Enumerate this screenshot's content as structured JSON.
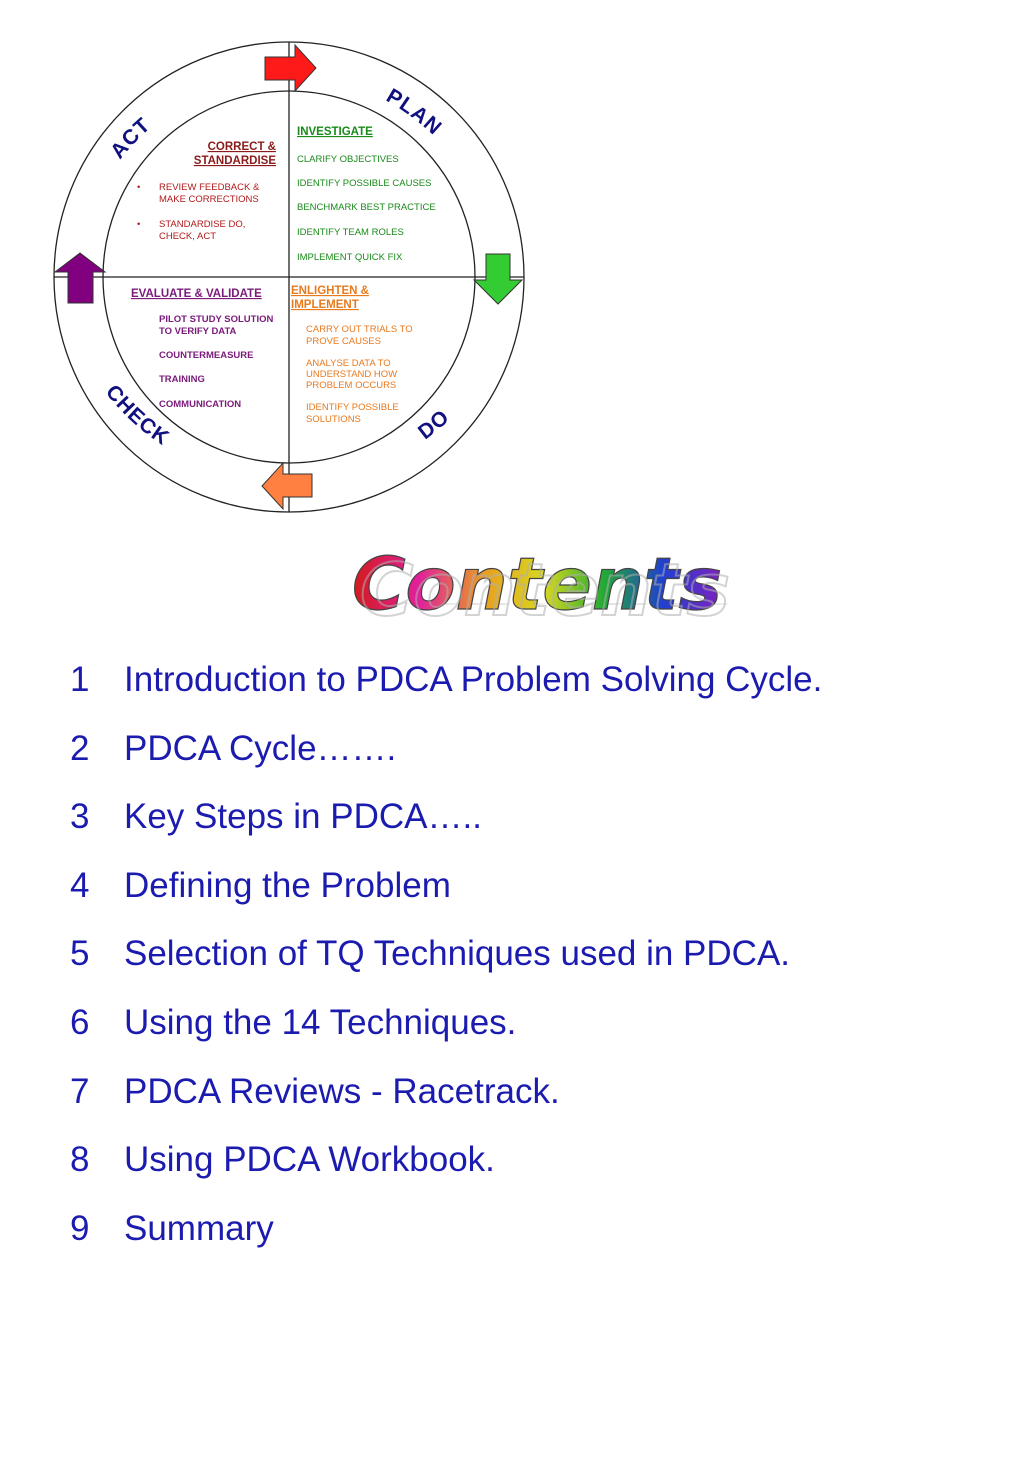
{
  "cycle": {
    "phases": {
      "plan": "PLAN",
      "do": "DO",
      "check": "CHECK",
      "act": "ACT"
    },
    "plan": {
      "heading": "INVESTIGATE",
      "items": [
        "CLARIFY OBJECTIVES",
        "IDENTIFY POSSIBLE CAUSES",
        "BENCHMARK BEST PRACTICE",
        "IDENTIFY TEAM ROLES",
        "IMPLEMENT QUICK FIX"
      ],
      "color": "#1a8a1a"
    },
    "do": {
      "heading_line1": "ENLIGHTEN &",
      "heading_line2": "IMPLEMENT",
      "items": [
        [
          "CARRY OUT TRIALS TO",
          "PROVE CAUSES"
        ],
        [
          "ANALYSE DATA TO",
          "UNDERSTAND HOW",
          "PROBLEM OCCURS"
        ],
        [
          "IDENTIFY POSSIBLE",
          "SOLUTIONS"
        ]
      ],
      "color": "#e87a1e"
    },
    "check": {
      "heading": "EVALUATE & VALIDATE",
      "items": [
        [
          "PILOT STUDY SOLUTION",
          "TO VERIFY DATA"
        ],
        [
          "COUNTERMEASURE"
        ],
        [
          "TRAINING"
        ],
        [
          "COMMUNICATION"
        ]
      ],
      "color": "#7a1a7a"
    },
    "act": {
      "heading_line1": "CORRECT &",
      "heading_line2": "STANDARDISE",
      "items": [
        [
          "REVIEW FEEDBACK &",
          "MAKE CORRECTIONS"
        ],
        [
          "STANDARDISE DO,",
          "CHECK, ACT"
        ]
      ],
      "heading_color": "#8b1a1a",
      "item_color": "#b01a1a"
    },
    "arrow_colors": {
      "top": "#ff1a1a",
      "right": "#33cc33",
      "bottom": "#ff8040",
      "left": "#800080"
    }
  },
  "contents_title": "Contents",
  "toc": [
    {
      "num": "1",
      "text": "Introduction to PDCA Problem Solving Cycle."
    },
    {
      "num": "2",
      "text": "PDCA Cycle……."
    },
    {
      "num": "3",
      "text": "Key Steps in PDCA….."
    },
    {
      "num": "4",
      "text": "Defining the Problem"
    },
    {
      "num": "5",
      "text": "Selection of TQ Techniques used in PDCA."
    },
    {
      "num": "6",
      "text": "Using the 14 Techniques."
    },
    {
      "num": "7",
      "text": "PDCA Reviews - Racetrack."
    },
    {
      "num": "8",
      "text": "Using PDCA Workbook."
    },
    {
      "num": "9",
      "text": "Summary"
    }
  ]
}
